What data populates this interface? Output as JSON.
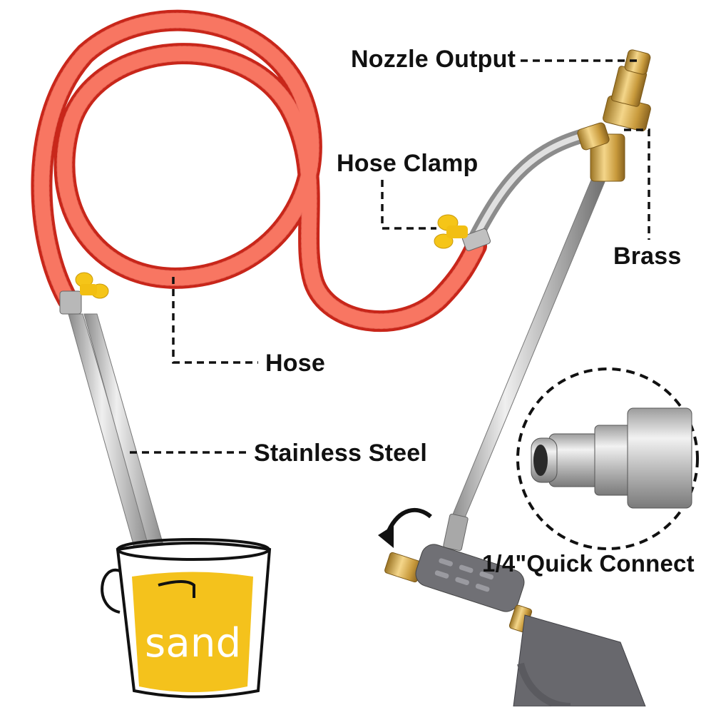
{
  "labels": {
    "nozzle_output": "Nozzle Output",
    "hose_clamp": "Hose Clamp",
    "brass": "Brass",
    "hose": "Hose",
    "stainless_steel": "Stainless Steel",
    "quick_connect": "1/4\"Quick Connect",
    "sand": "sand"
  },
  "colors": {
    "hose": "#e8321f",
    "clamp_wingnut": "#f5c518",
    "brass": "#c8a040",
    "steel": "#b8b8b8",
    "sand": "#f4c21c",
    "gun": "#6f6f74"
  }
}
